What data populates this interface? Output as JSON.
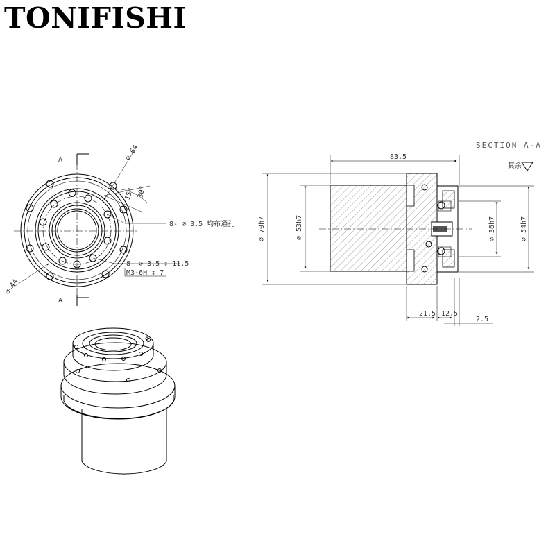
{
  "brand": "TONIFISHI",
  "front_view": {
    "section_marker_top": "A",
    "section_marker_bottom": "A",
    "dia_outer": "∅ 64",
    "dia_inner": "∅ 44",
    "angle_30": "30°",
    "angle_15": "15°",
    "hole_note_1": "8- ∅ 3.5 ↧ 11.5",
    "hole_note_1b": "8- ∅ 3.5 均布通孔",
    "hole_note_2": "M3-6H ↧ 7"
  },
  "section_view": {
    "title": "SECTION A-A",
    "roughness_note": "其余",
    "dim_length": "83.5",
    "dim_d70": "∅ 70h7",
    "dim_d53": "∅ 53h7",
    "dim_d36": "∅ 36h7",
    "dim_d54": "∅ 54h7",
    "dim_21_5": "21.5",
    "dim_12_5": "12.5",
    "dim_2_5": "2.5"
  }
}
